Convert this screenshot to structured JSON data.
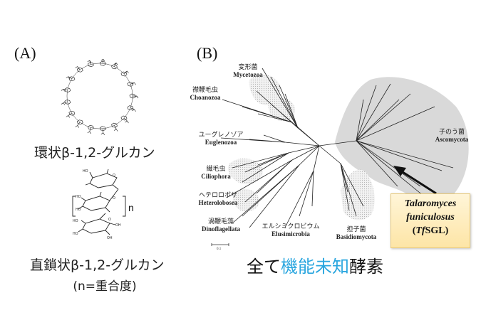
{
  "panel_a": {
    "label": "(A)",
    "cyclic_caption": "環状β-1,2-グルカン",
    "repeat_subscript": "n",
    "linear_caption": "直鎖状β-1,2-グルカン",
    "linear_subcaption": "(n=重合度)"
  },
  "panel_b": {
    "label": "(B)",
    "taxa": [
      {
        "jp": "変形菌",
        "en": "Mycetozoa"
      },
      {
        "jp": "襟鞭毛虫",
        "en": "Choanozoa"
      },
      {
        "jp": "ユーグレノゾア",
        "en": "Euglenozoa"
      },
      {
        "jp": "繊毛虫",
        "en": "Ciliophora"
      },
      {
        "jp": "ヘテロロボサ",
        "en": "Heterolobosea"
      },
      {
        "jp": "渦鞭毛藻",
        "en": "Dinoflagellata"
      },
      {
        "jp": "エルシミクロビウム",
        "en": "Elusimicrobia"
      },
      {
        "jp": "担子菌",
        "en": "Basidiomycota"
      },
      {
        "jp": "子のう菌",
        "en": "Ascomycota"
      }
    ],
    "scale_label": "0.1",
    "enzyme": {
      "genus": "Talaromyces",
      "species": "funiculosus",
      "abbr_open": "(",
      "abbr_italic": "Tf",
      "abbr_rest": "SGL)"
    }
  },
  "headline": {
    "prefix": "全て",
    "highlight": "機能未知",
    "suffix": "酵素"
  },
  "colors": {
    "highlight": "#2aa6df",
    "ascomycota_shade": "#d9d9d9",
    "enzyme_box": "#fde5a6"
  }
}
